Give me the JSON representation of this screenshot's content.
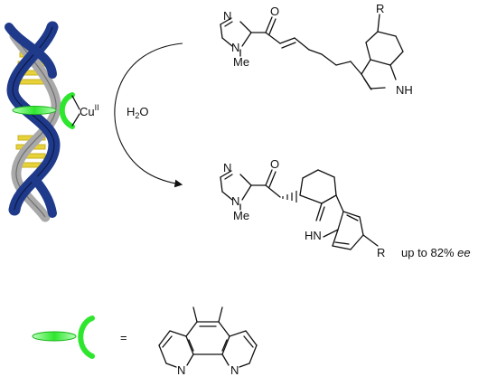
{
  "reagents": {
    "water_main": "H",
    "water_sub": "2",
    "water_tail": "O"
  },
  "catalyst": {
    "metal": "Cu",
    "oxidation": "II"
  },
  "substrate": {
    "atom_N1": "N",
    "atom_N2": "N",
    "atom_O": "O",
    "methyl": "Me",
    "R": "R",
    "NH": "NH"
  },
  "product": {
    "atom_N1": "N",
    "atom_N2": "N",
    "atom_O": "O",
    "methyl": "Me",
    "HN": "HN",
    "R": "R"
  },
  "result": {
    "prefix": "up to 82% ",
    "ee": "ee"
  },
  "legend": {
    "equals": "=",
    "ligand_N1": "N",
    "ligand_N2": "N"
  },
  "colors": {
    "dna_blue": "#1f3a8a",
    "base_yellow": "#e8d23a",
    "ligand_green": "#2ee62e",
    "strand_gray": "#a9a9a9"
  }
}
